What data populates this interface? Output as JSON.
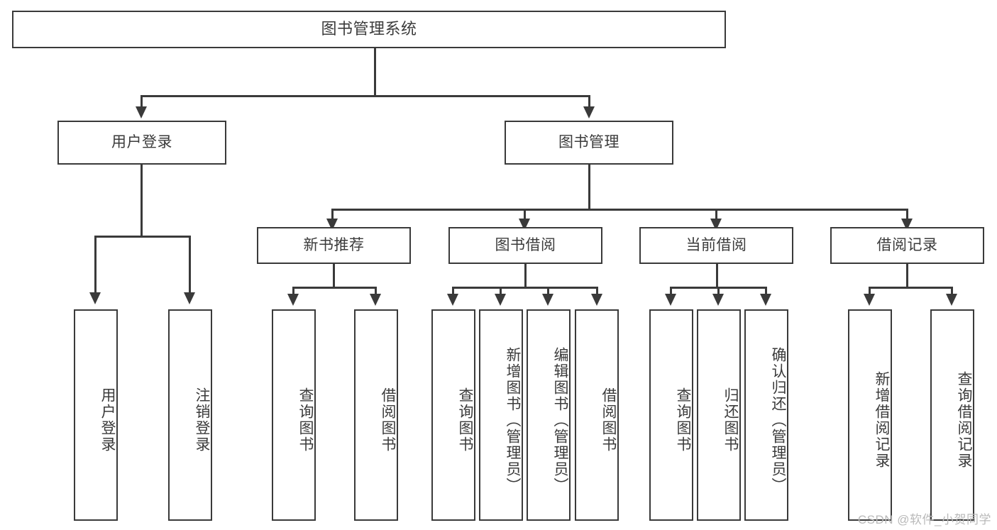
{
  "diagram": {
    "type": "tree",
    "title": "图书管理系统",
    "orientation": "top-down",
    "colors": {
      "node_border": "#3a3a3a",
      "node_fill": "#ffffff",
      "connector": "#3a3a3a",
      "text": "#3b3b3b",
      "watermark": "#b9b9b9",
      "background": "#ffffff"
    }
  },
  "root": {
    "label": "图书管理系统"
  },
  "level2": [
    {
      "label": "用户登录"
    },
    {
      "label": "图书管理"
    }
  ],
  "level3": [
    {
      "label": "新书推荐"
    },
    {
      "label": "图书借阅"
    },
    {
      "label": "当前借阅"
    },
    {
      "label": "借阅记录"
    }
  ],
  "leaves": {
    "user_login": [
      {
        "label": "用户登录"
      },
      {
        "label": "注销登录"
      }
    ],
    "new_book_recommend": [
      {
        "label": "查询图书"
      },
      {
        "label": "借阅图书"
      }
    ],
    "book_borrow": [
      {
        "label": "查询图书"
      },
      {
        "label": "新增图书（管理员）"
      },
      {
        "label": "编辑图书（管理员）"
      },
      {
        "label": "借阅图书"
      }
    ],
    "current_borrow": [
      {
        "label": "查询图书"
      },
      {
        "label": "归还图书"
      },
      {
        "label": "确认归还（管理员）"
      }
    ],
    "borrow_records": [
      {
        "label": "新增借阅记录"
      },
      {
        "label": "查询借阅记录"
      }
    ]
  },
  "watermark": {
    "text": "CSDN @软件_小贺同学"
  }
}
